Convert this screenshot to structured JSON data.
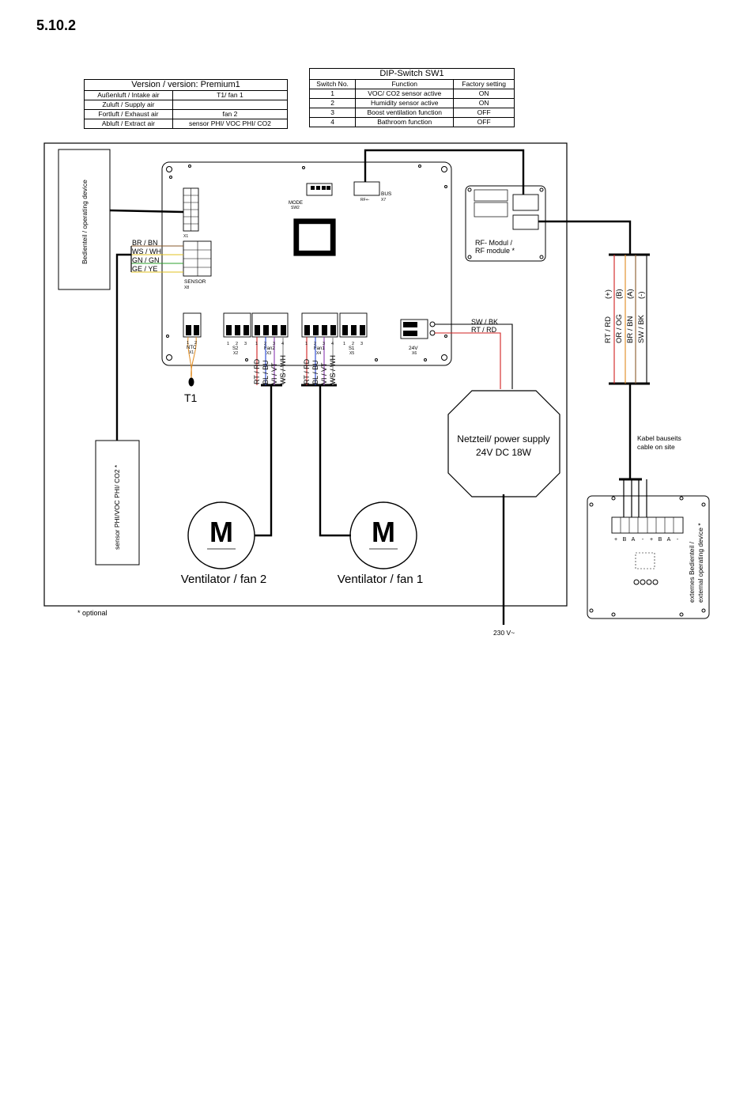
{
  "section_number": "5.10.2",
  "version_table": {
    "title": "Version / version: Premium1",
    "rows": [
      {
        "label": "Außenluft / Intake air",
        "value": "T1/ fan 1"
      },
      {
        "label": "Zuluft / Supply air",
        "value": ""
      },
      {
        "label": "Fortluft / Exhaust air",
        "value": "fan 2"
      },
      {
        "label": "Abluft / Extract air",
        "value": "sensor PHI/ VOC PHI/ CO2"
      }
    ]
  },
  "dip_table": {
    "title": "DIP-Switch SW1",
    "headers": [
      "Switch No.",
      "Function",
      "Factory setting"
    ],
    "rows": [
      [
        "1",
        "VOC/ CO2 sensor active",
        "ON"
      ],
      [
        "2",
        "Humidity sensor active",
        "ON"
      ],
      [
        "3",
        "Boost ventilation function",
        "OFF"
      ],
      [
        "4",
        "Bathroom function",
        "OFF"
      ]
    ]
  },
  "diagram": {
    "operating_device": "Bedienteil / operating device",
    "sensor_box": "sensor PHI/VOC PHI/ CO2 *",
    "sensor_wires": [
      "BR / BN",
      "WS / WH",
      "GN / GN",
      "GE / YE"
    ],
    "sensor_connector": "SENSOR",
    "sensor_connector_ref": "X8",
    "x1_ref": "X1",
    "dip_label": "MODE",
    "dip_ref": "SW2",
    "bus_label": "BUS",
    "bus_ref": "X7",
    "bus_pins": "RF+-",
    "ntc_label": "NTC",
    "ntc_ref": "X1",
    "ntc_pins": [
      "1",
      "2"
    ],
    "t1_label": "T1",
    "s2_label": "S2",
    "s2_ref": "X2",
    "s2_pins": [
      "1",
      "2",
      "3"
    ],
    "fan2_conn": "Fan2",
    "fan2_ref": "X3",
    "fan1_conn": "Fan1",
    "fan1_ref": "X4",
    "fan_pins": [
      "1",
      "2",
      "3",
      "4"
    ],
    "s1_label": "S1",
    "s1_ref": "X5",
    "s1_pins": [
      "1",
      "2",
      "3"
    ],
    "v24_label": "24V",
    "v24_ref": "X6",
    "fan_wires": [
      "RT / RD",
      "BL / BU",
      "VI / VT",
      "WS / WH"
    ],
    "psu_wires": [
      "SW / BK",
      "RT / RD"
    ],
    "psu_label_line1": "Netzteil/ power supply",
    "psu_label_line2": "24V DC 18W",
    "mains_label": "230 V~",
    "motor_symbol": "M",
    "fan2_label": "Ventilator / fan 2",
    "fan1_label": "Ventilator / fan 1",
    "rf_label_line1": "RF- Modul /",
    "rf_label_line2": "RF module *",
    "bus_wires": [
      "RT / RD",
      "OR / OG",
      "BR / BN",
      "SW / BK"
    ],
    "bus_signals": [
      "(+)",
      "(B)",
      "(A)",
      "(-)"
    ],
    "cable_label_line1": "Kabel bauseits",
    "cable_label_line2": "cable on site",
    "ext_device_line1": "externes Bedienteil /",
    "ext_device_line2": "external operating device *",
    "ext_terminals": [
      "+",
      "B",
      "A",
      "-",
      "+",
      "B",
      "A",
      "-"
    ],
    "optional_note": "* optional",
    "colors": {
      "red": "#d22020",
      "orange": "#e08a1e",
      "brown": "#8a5a2b",
      "yellow": "#e0c020",
      "green": "#2ea02e",
      "blue": "#2040d0",
      "violet": "#8a3ab0"
    }
  }
}
